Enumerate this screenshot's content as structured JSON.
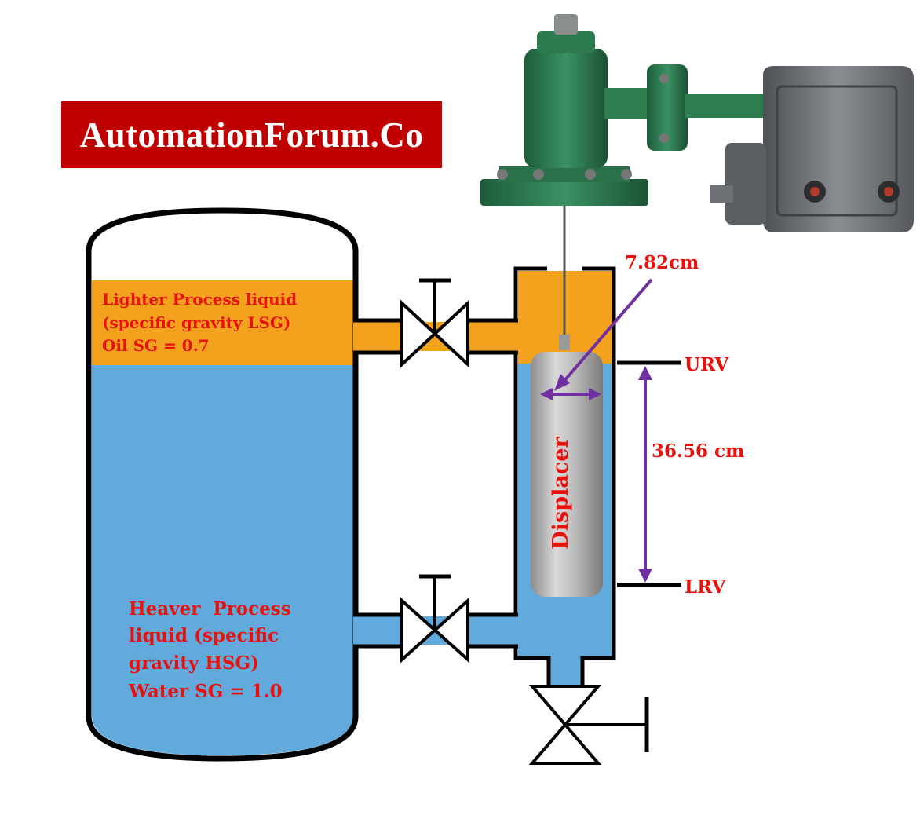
{
  "brand": {
    "logo_text": "AutomationForum.Co"
  },
  "vessel": {
    "lighter_liquid": {
      "line1": "Lighter Process liquid",
      "line2": "(specific gravity LSG)",
      "line3": "Oil SG = 0.7",
      "color": "#f4a21e"
    },
    "heavier_liquid": {
      "line1": "Heaver  Process",
      "line2": "liquid (specific",
      "line3": "gravity HSG)",
      "line4": "Water SG = 1.0",
      "color": "#62a9dc"
    }
  },
  "displacer": {
    "label": "Displacer",
    "diameter_label": "7.82cm",
    "span_label": "36.56 cm"
  },
  "range": {
    "upper": "URV",
    "lower": "LRV"
  },
  "colors": {
    "label_red": "#e8120c",
    "dimension_purple": "#7030a0",
    "transmitter_green": "#2e7d4f",
    "housing_grey": "#6f7276"
  }
}
